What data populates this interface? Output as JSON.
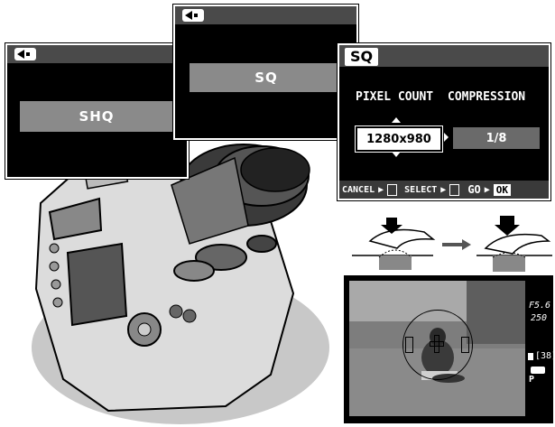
{
  "screen_shq": {
    "selected": "SHQ"
  },
  "screen_sq_menu": {
    "selected": "SQ"
  },
  "screen_sq_detail": {
    "title": "SQ",
    "col_pixel_count": "PIXEL COUNT",
    "col_compression": "COMPRESSION",
    "pixel_value": "1280x980",
    "compression_value": "1/8",
    "cancel_label": "CANCEL",
    "select_label": "SELECT",
    "go_label": "GO",
    "ok_label": "OK"
  },
  "viewfinder": {
    "aperture": "F5.6",
    "shutter": "250",
    "frames": "[38]",
    "mode": "P"
  },
  "colors": {
    "screen_bg": "#000000",
    "highlight": "#8a8a8a",
    "panel": "#ffffff"
  }
}
